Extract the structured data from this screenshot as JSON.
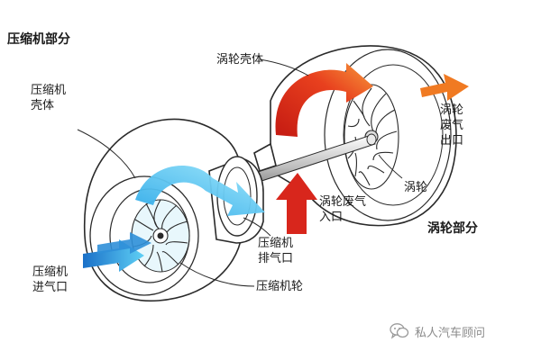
{
  "labels": {
    "compressor_section": "压缩机部分",
    "compressor_housing": "压缩机\n壳体",
    "turbine_housing": "涡轮壳体",
    "turbine_exhaust_outlet": "涡轮\n废气\n出口",
    "turbine_wheel": "涡轮",
    "turbine_exhaust_inlet": "涡轮废气\n入口",
    "turbine_section": "涡轮部分",
    "compressor_outlet": "压缩机\n排气口",
    "compressor_inlet": "压缩机\n进气口",
    "compressor_wheel": "压缩机轮"
  },
  "watermark": {
    "text": "私人汽车顾问",
    "icon": "wechat-icon"
  },
  "colors": {
    "intake_blue": "#1c7fd0",
    "flow_cyan": "#4fc3f0",
    "exhaust_red": "#d8261c",
    "exhaust_orange": "#f07a22",
    "outline": "#2a2a2a"
  }
}
